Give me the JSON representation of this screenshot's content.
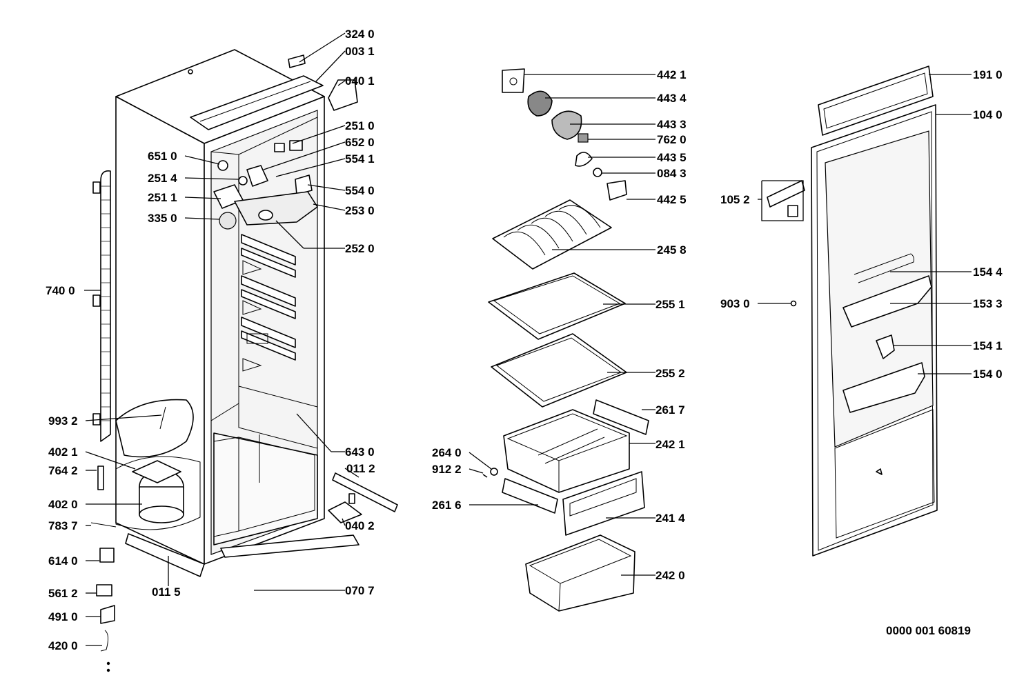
{
  "doc_code": "0000 001 60819",
  "callouts": [
    {
      "id": "3240",
      "text": "324 0"
    },
    {
      "id": "0031",
      "text": "003 1"
    },
    {
      "id": "0401",
      "text": "040 1"
    },
    {
      "id": "2510",
      "text": "251 0"
    },
    {
      "id": "6520",
      "text": "652 0"
    },
    {
      "id": "5541",
      "text": "554 1"
    },
    {
      "id": "5540",
      "text": "554 0"
    },
    {
      "id": "2530",
      "text": "253 0"
    },
    {
      "id": "2520",
      "text": "252 0"
    },
    {
      "id": "6510",
      "text": "651 0"
    },
    {
      "id": "2514",
      "text": "251 4"
    },
    {
      "id": "2511",
      "text": "251 1"
    },
    {
      "id": "3350",
      "text": "335 0"
    },
    {
      "id": "7400",
      "text": "740 0"
    },
    {
      "id": "9932",
      "text": "993 2"
    },
    {
      "id": "4021",
      "text": "402 1"
    },
    {
      "id": "7642",
      "text": "764 2"
    },
    {
      "id": "4020",
      "text": "402 0"
    },
    {
      "id": "7837",
      "text": "783 7"
    },
    {
      "id": "6140",
      "text": "614 0"
    },
    {
      "id": "5612",
      "text": "561 2"
    },
    {
      "id": "4910",
      "text": "491 0"
    },
    {
      "id": "4200",
      "text": "420 0"
    },
    {
      "id": "0115",
      "text": "011 5"
    },
    {
      "id": "0707",
      "text": "070 7"
    },
    {
      "id": "0402",
      "text": "040 2"
    },
    {
      "id": "0112",
      "text": "011 2"
    },
    {
      "id": "6430",
      "text": "643 0"
    },
    {
      "id": "4421",
      "text": "442 1"
    },
    {
      "id": "4434",
      "text": "443 4"
    },
    {
      "id": "4433",
      "text": "443 3"
    },
    {
      "id": "7620",
      "text": "762 0"
    },
    {
      "id": "4435",
      "text": "443 5"
    },
    {
      "id": "0843",
      "text": "084 3"
    },
    {
      "id": "4425",
      "text": "442 5"
    },
    {
      "id": "2458",
      "text": "245 8"
    },
    {
      "id": "2551",
      "text": "255 1"
    },
    {
      "id": "2552",
      "text": "255 2"
    },
    {
      "id": "2617",
      "text": "261 7"
    },
    {
      "id": "2421",
      "text": "242 1"
    },
    {
      "id": "2640",
      "text": "264 0"
    },
    {
      "id": "9122",
      "text": "912 2"
    },
    {
      "id": "2616",
      "text": "261 6"
    },
    {
      "id": "2414",
      "text": "241 4"
    },
    {
      "id": "2420",
      "text": "242 0"
    },
    {
      "id": "1910",
      "text": "191 0"
    },
    {
      "id": "1040",
      "text": "104 0"
    },
    {
      "id": "1052",
      "text": "105 2"
    },
    {
      "id": "1544",
      "text": "154 4"
    },
    {
      "id": "9030",
      "text": "903 0"
    },
    {
      "id": "1533",
      "text": "153 3"
    },
    {
      "id": "1541",
      "text": "154 1"
    },
    {
      "id": "1540",
      "text": "154 0"
    }
  ]
}
